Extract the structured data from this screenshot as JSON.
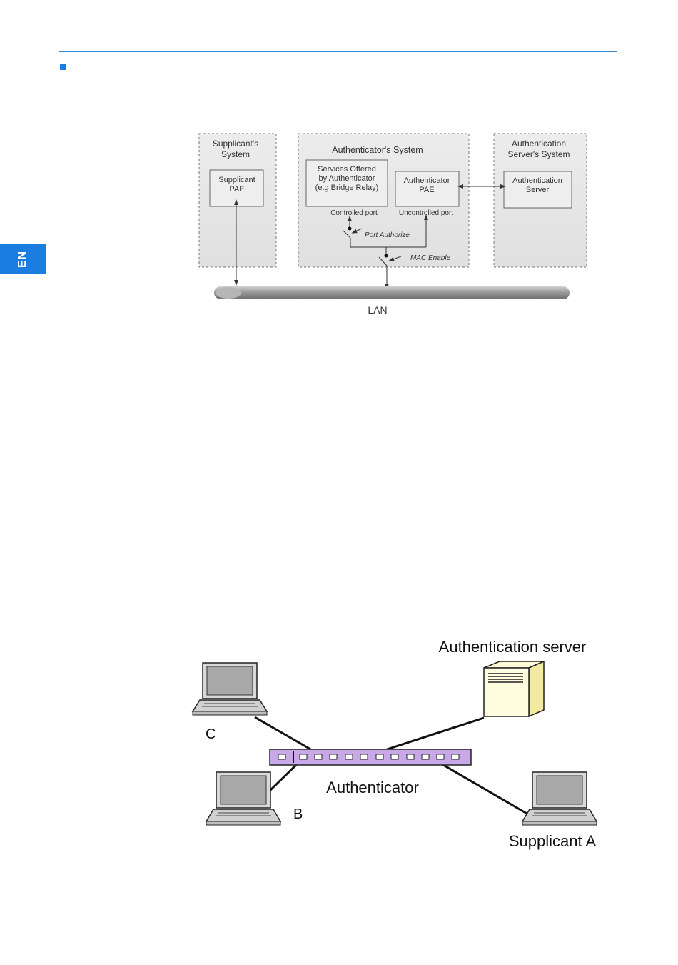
{
  "page": {
    "language_tab": "EN",
    "accent_color": "#1a7ee0"
  },
  "diagram_pae": {
    "supplicant_system": {
      "line1": "Supplicant's",
      "line2": "System"
    },
    "supplicant_pae": {
      "line1": "Supplicant",
      "line2": "PAE"
    },
    "authenticator_system": {
      "title": "Authenticator's System"
    },
    "services_offered": {
      "line1": "Services Offered",
      "line2": "by Authenticator",
      "line3": "(e.g Bridge Relay)"
    },
    "authenticator_pae": {
      "line1": "Authenticator",
      "line2": "PAE"
    },
    "auth_server_system": {
      "line1": "Authentication",
      "line2": "Server's System"
    },
    "auth_server": {
      "line1": "Authentication",
      "line2": "Server"
    },
    "controlled_port": "Controlled port",
    "uncontrolled_port": "Uncontrolled port",
    "port_authorize": "Port Authorize",
    "mac_enable": "MAC Enable",
    "lan": "LAN"
  },
  "diagram_network": {
    "auth_server_label": "Authentication server",
    "authenticator_label": "Authenticator",
    "client_c": "C",
    "client_b": "B",
    "supplicant_a": "Supplicant A",
    "switch_color": "#c9a8e8"
  }
}
